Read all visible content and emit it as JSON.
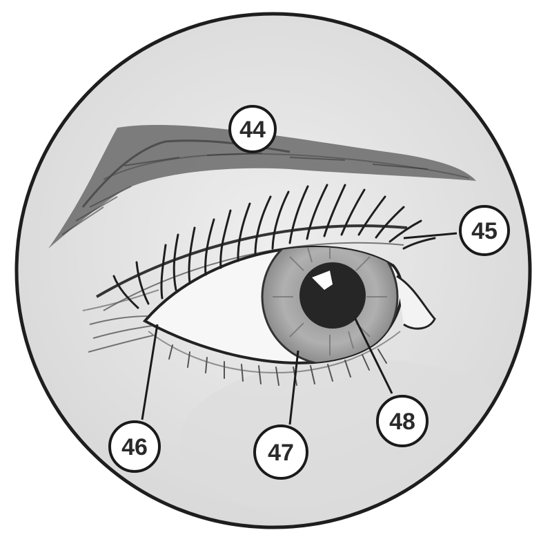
{
  "diagram": {
    "callouts": [
      {
        "id": "44",
        "label": "44",
        "points_to": "eyebrow"
      },
      {
        "id": "45",
        "label": "45",
        "points_to": "upper-eyelashes"
      },
      {
        "id": "46",
        "label": "46",
        "points_to": "inner-eye-corner"
      },
      {
        "id": "47",
        "label": "47",
        "points_to": "iris"
      },
      {
        "id": "48",
        "label": "48",
        "points_to": "pupil"
      }
    ]
  },
  "colors": {
    "background": "#ffffff",
    "disc": "#e6e6e6",
    "outline": "#1e1e1e",
    "eyebrow": "#5a5a5a",
    "iris": "#a8a8a8",
    "pupil": "#262626"
  }
}
